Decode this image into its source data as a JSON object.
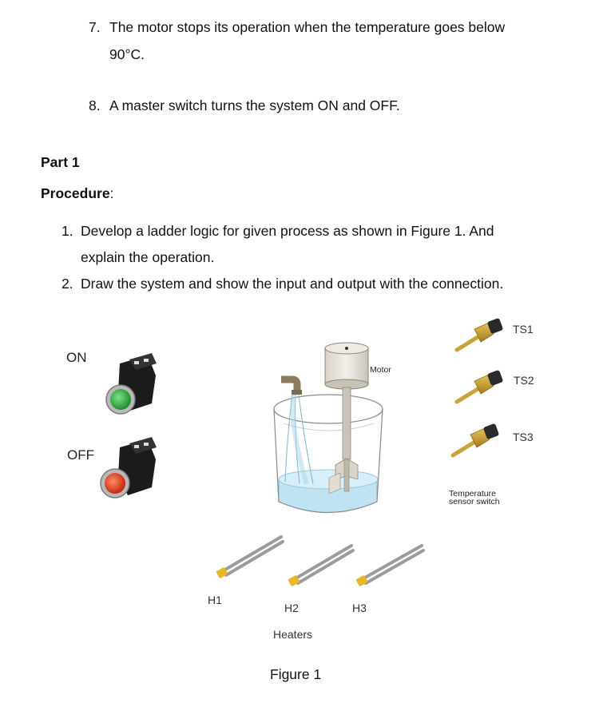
{
  "list_top": [
    {
      "number": "7.",
      "line1": "The motor stops its operation when the temperature goes below",
      "line2": "90°C."
    },
    {
      "number": "8.",
      "line1": "A master switch turns the system ON and OFF."
    }
  ],
  "part_heading": "Part 1",
  "procedure_heading": "Procedure",
  "procedure_colon": ":",
  "procedure_items": [
    {
      "number": "1.",
      "line1": "Develop a ladder logic for given process as shown in Figure 1.  And",
      "line2": "explain the operation."
    },
    {
      "number": "2.",
      "line1": "Draw the system and show the input and output with the connection."
    }
  ],
  "figure": {
    "on_label": "ON",
    "off_label": "OFF",
    "motor_label": "Motor",
    "sensors": [
      "TS1",
      "TS2",
      "TS3"
    ],
    "sensor_caption_line1": "Temperature",
    "sensor_caption_line2": "sensor switch",
    "heaters": [
      "H1",
      "H2",
      "H3"
    ],
    "heaters_caption": "Heaters",
    "caption": "Figure 1",
    "colors": {
      "on_button": "#2eae3a",
      "off_button": "#e03a1c",
      "water": "#bfe3f2",
      "sensor_brass": "#c9a23a"
    }
  }
}
